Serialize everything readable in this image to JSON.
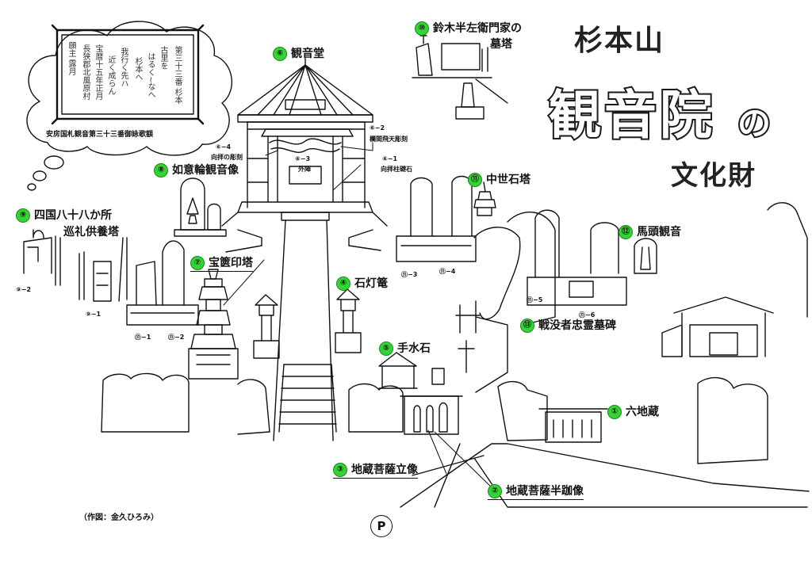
{
  "title": {
    "mountain": "杉本山",
    "temple": "観音院",
    "particle": "の",
    "subtitle": "文化財"
  },
  "cloud": {
    "caption": "安房国札観音第三十三番御詠歌額",
    "poem": [
      "第三十三番 杉本",
      "古里を",
      "はるく~なへ",
      "杉本へ",
      "我行く先ハ",
      "近く成らん",
      "宝暦十五年正月",
      "長狭郡北風原村",
      "願主 露月"
    ]
  },
  "sites": [
    {
      "num": "①",
      "label": "六地蔵"
    },
    {
      "num": "②",
      "label": "地蔵菩薩半跏像"
    },
    {
      "num": "③",
      "label": "地蔵菩薩立像"
    },
    {
      "num": "④",
      "label": "石灯篭"
    },
    {
      "num": "⑤",
      "label": "手水石"
    },
    {
      "num": "⑥",
      "label": "観音堂"
    },
    {
      "num": "⑦",
      "label": "宝篋印塔"
    },
    {
      "num": "⑧",
      "label": "如意輪観音像"
    },
    {
      "num": "⑨",
      "label": "四国八十八か所"
    },
    {
      "num": "⑩",
      "label": "鈴木半左衛門家の"
    },
    {
      "num": "⑪",
      "label": "中世石塔"
    },
    {
      "num": "⑫",
      "label": "馬頭観音"
    },
    {
      "num": "⑬",
      "label": "戦没者忠霊墓碑"
    }
  ],
  "sites_extra": {
    "s9_line2": "巡礼供養塔",
    "s10_line2": "墓塔"
  },
  "sub_labels": {
    "s6_1": "⑥−1",
    "s6_1_text": "向拝柱礎石",
    "s6_2": "⑥−2",
    "s6_2_text": "欄間飛天彫刻",
    "s6_3": "⑥−3",
    "s6_3_text": "外陣",
    "s6_4": "⑥−4",
    "s6_4_text": "向拝の彫刻",
    "s9_1": "⑨−1",
    "s9_2": "⑨−2",
    "s11_1": "⑪−1",
    "s11_2": "⑪−2",
    "s11_3": "⑪−3",
    "s11_4": "⑪−4",
    "s11_5": "⑪−5",
    "s11_6": "⑪−6"
  },
  "parking": "P",
  "credit": "（作図：金久ひろみ）"
}
